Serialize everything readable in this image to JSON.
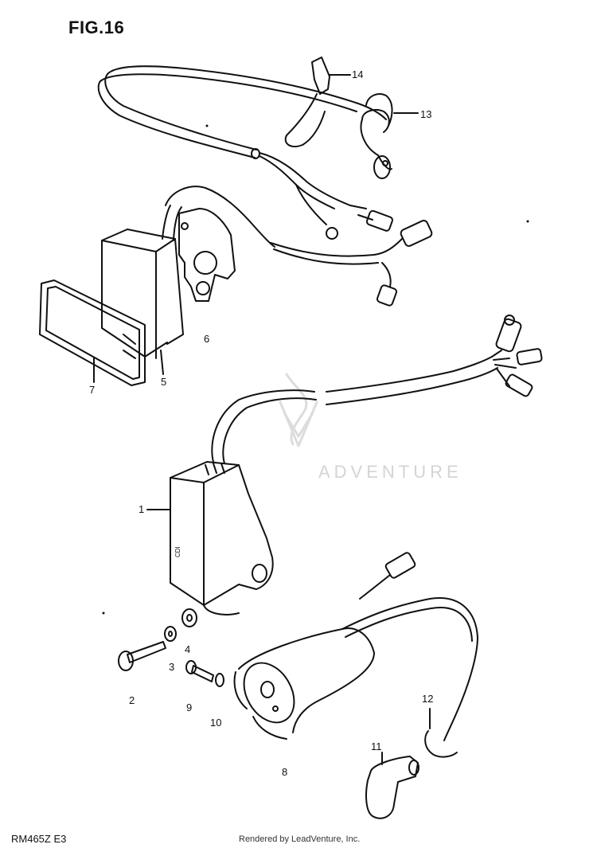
{
  "figure": {
    "title": "FIG.16"
  },
  "watermark": {
    "text": "ADVENTURE",
    "color": "#d4d4d4"
  },
  "callouts": [
    "1",
    "2",
    "3",
    "4",
    "5",
    "6",
    "7",
    "8",
    "9",
    "10",
    "11",
    "12",
    "13",
    "14"
  ],
  "footer": {
    "model": "RM465Z  E3",
    "credit": "Rendered by LeadVenture, Inc."
  },
  "colors": {
    "ink": "#111111",
    "background": "#ffffff"
  }
}
